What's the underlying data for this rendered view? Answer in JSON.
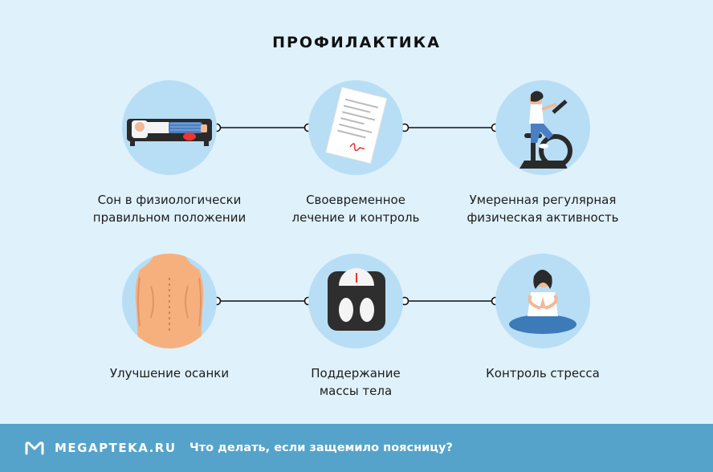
{
  "title": "ПРОФИЛАКТИКА",
  "items": [
    {
      "label_line1": "Сон в физиологически",
      "label_line2": "правильном положении",
      "icon": "sleeping-person-icon"
    },
    {
      "label_line1": "Своевременное",
      "label_line2": "лечение и контроль",
      "icon": "medical-document-icon"
    },
    {
      "label_line1": "Умеренная регулярная",
      "label_line2": "физическая активность",
      "icon": "exercise-bike-icon"
    },
    {
      "label_line1": "Улучшение осанки",
      "label_line2": "",
      "icon": "back-spine-icon"
    },
    {
      "label_line1": "Поддержание",
      "label_line2": "массы тела",
      "icon": "bathroom-scale-icon"
    },
    {
      "label_line1": "Контроль стресса",
      "label_line2": "",
      "icon": "meditation-icon"
    }
  ],
  "footer": {
    "brand": "MEGAPTEKA.RU",
    "subtitle": "Что делать, если защемило поясницу?"
  },
  "colors": {
    "background": "#dff1fb",
    "circle": "#b7def5",
    "footer": "#55a3cb",
    "text": "#1c1c1c"
  }
}
